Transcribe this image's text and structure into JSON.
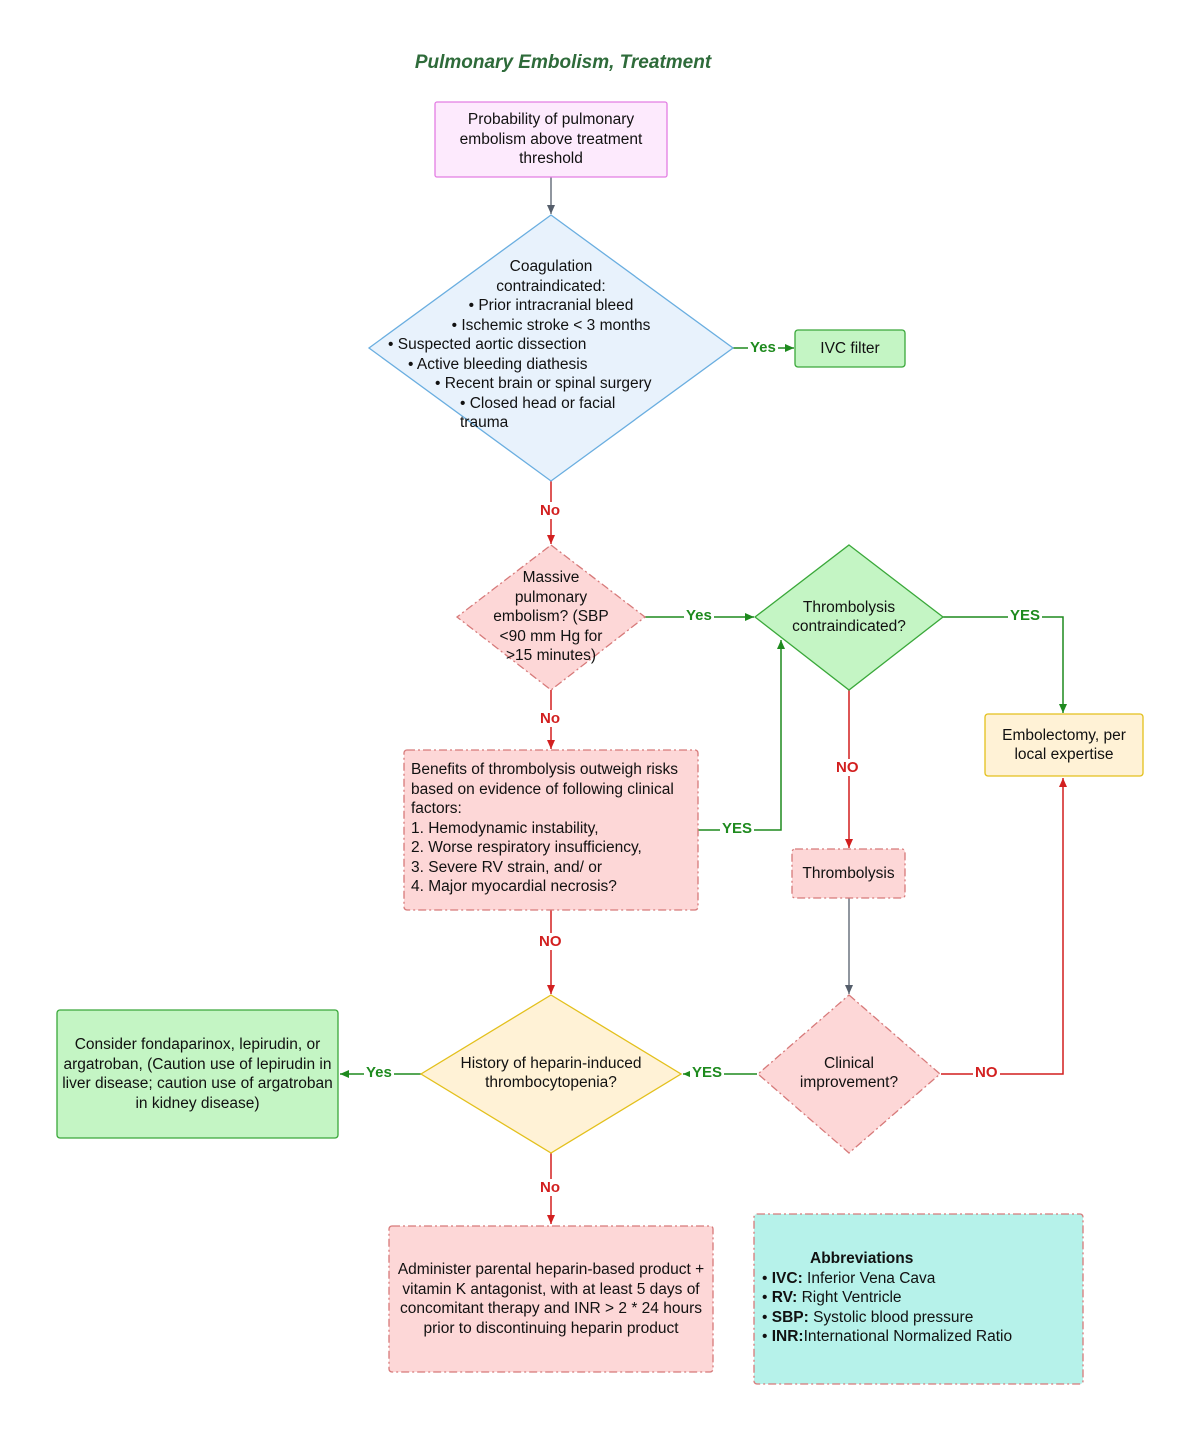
{
  "title": "Pulmonary Embolism, Treatment",
  "nodes": {
    "start": "Probability of pulmonary embolism above treatment threshold",
    "coag": {
      "heading": "Coagulation contraindicated:",
      "items": [
        "Prior intracranial bleed",
        "Ischemic stroke < 3 months",
        "Suspected aortic dissection",
        "Active bleeding diathesis",
        "Recent brain or spinal surgery",
        "Closed head or facial trauma"
      ]
    },
    "ivc": "IVC filter",
    "massive": "Massive pulmonary embolism? (SBP <90 mm Hg for >15 minutes)",
    "thromb_contra": "Thrombolysis contraindicated?",
    "embolectomy": "Embolectomy, per local expertise",
    "benefits": {
      "heading": "Benefits of thrombolysis outweigh risks based on evidence of following clinical factors:",
      "items": [
        "1. Hemodynamic instability,",
        "2. Worse respiratory insufficiency,",
        "3. Severe RV strain, and/ or",
        "4. Major myocardial necrosis?"
      ]
    },
    "thrombolysis": "Thrombolysis",
    "hit": "History  of heparin-induced thrombocytopenia?",
    "clinical": "Clinical improvement?",
    "consider": "Consider  fondaparinox, lepirudin, or argatroban, (Caution use of lepirudin in liver disease; caution use of argatroban in kidney disease)",
    "administer": "Administer parental heparin-based product + vitamin K antagonist, with at least  5 days of concomitant therapy and INR > 2 * 24 hours prior to discontinuing heparin product"
  },
  "edge_labels": {
    "coag_yes": "Yes",
    "coag_no": "No",
    "massive_yes": "Yes",
    "massive_no": "No",
    "contra_yes": "YES",
    "contra_no": "NO",
    "benefits_yes": "YES",
    "benefits_no": "NO",
    "clinical_yes": "YES",
    "clinical_no": "NO",
    "hit_yes": "Yes",
    "hit_no": "No"
  },
  "abbreviations": {
    "heading": "Abbreviations",
    "items": [
      {
        "abbr": "IVC:",
        "text": " Inferior Vena Cava"
      },
      {
        "abbr": "RV:",
        "text": " Right Ventricle"
      },
      {
        "abbr": "SBP:",
        "text": " Systolic blood pressure"
      },
      {
        "abbr": "INR:",
        "text": "International Normalized Ratio"
      }
    ]
  },
  "colors": {
    "pink_border": "#e37de3",
    "pink_fill": "#fdeafd",
    "blue_border": "#6aaee0",
    "blue_fill": "#e8f2fc",
    "green_border": "#3aa83a",
    "green_fill": "#c4f5c4",
    "red_border": "#d77a7a",
    "red_fill": "#fdd7d7",
    "yellow_border": "#e3c01c",
    "yellow_fill": "#fff2d6",
    "teal_fill": "#b6f2ea",
    "edge_green": "#1e8a1e",
    "edge_red": "#d21f1f",
    "edge_gray": "#555e6b"
  }
}
